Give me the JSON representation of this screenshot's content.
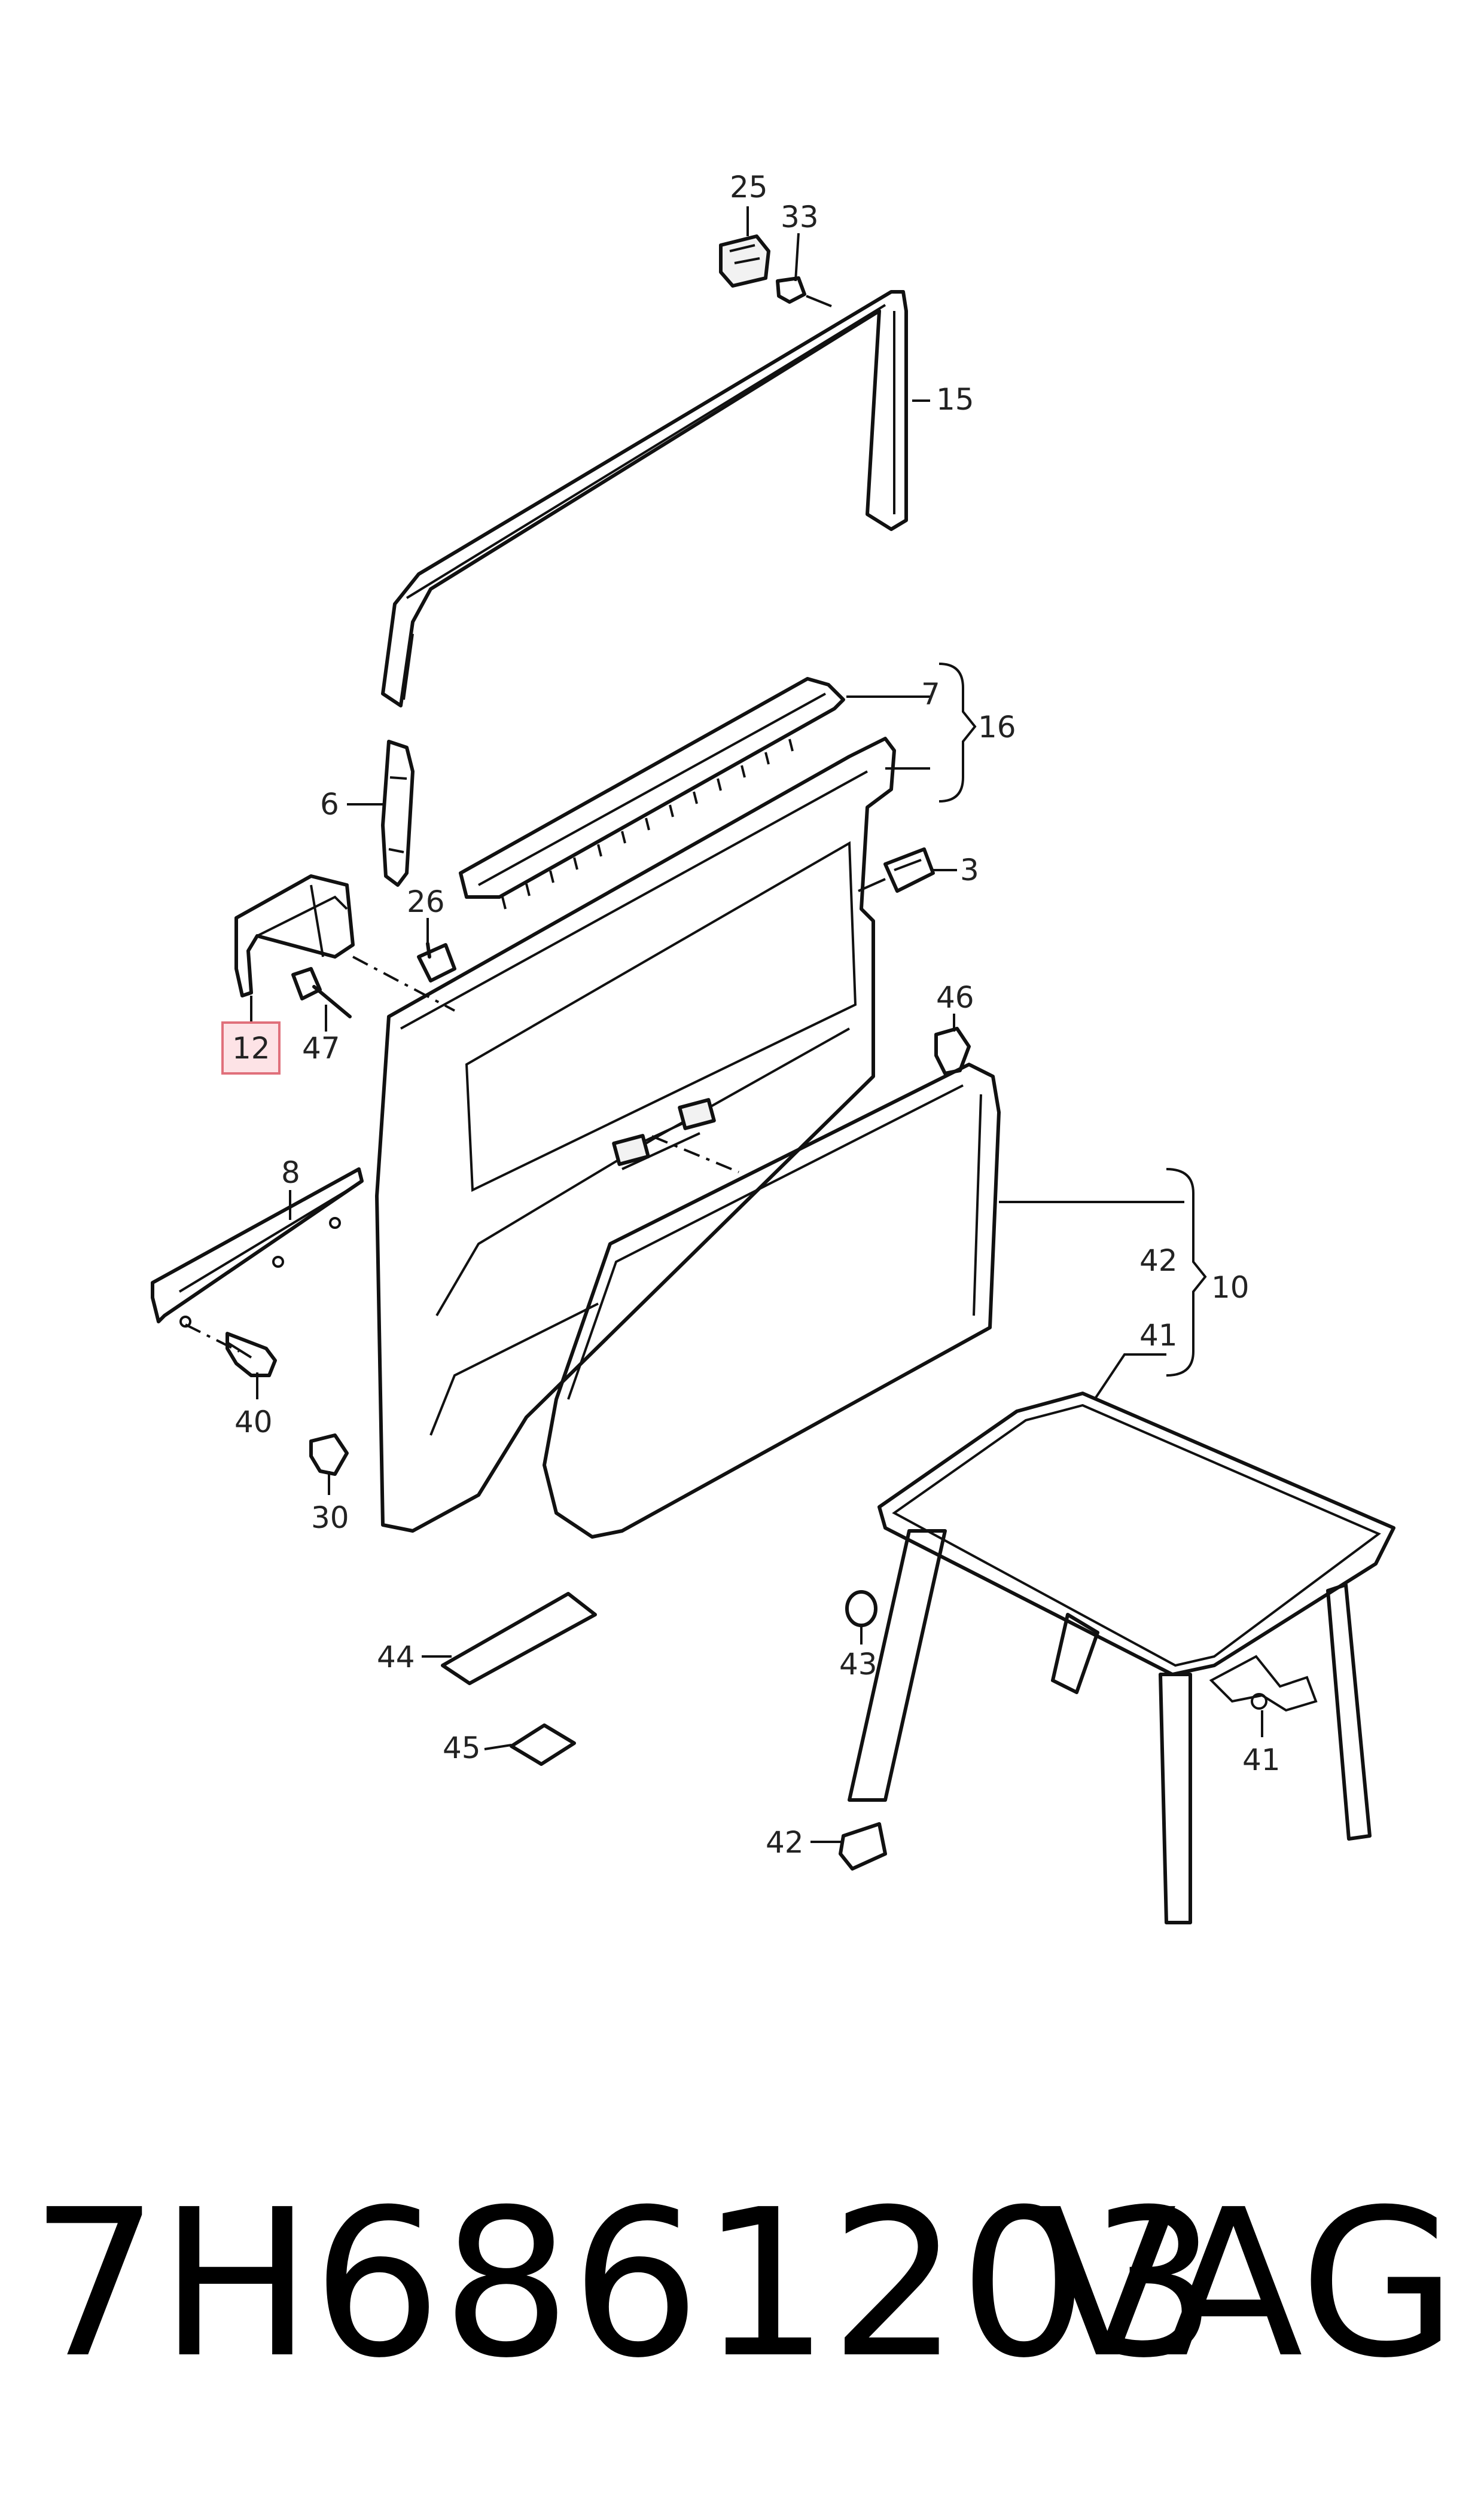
{
  "callouts": {
    "c25": "25",
    "c33": "33",
    "c15": "15",
    "c7": "7",
    "c16": "16",
    "c6": "6",
    "c26": "26",
    "c3": "3",
    "c12": "12",
    "c47": "47",
    "c46": "46",
    "c8": "8",
    "c42a": "42",
    "c10": "10",
    "c41a": "41",
    "c40": "40",
    "c30": "30",
    "c44": "44",
    "c43": "43",
    "c45": "45",
    "c41b": "41",
    "c42b": "42"
  },
  "footer": {
    "part_number": "7H6861203",
    "brand": "VAG"
  },
  "colors": {
    "highlight_fill": "#fde3e6",
    "highlight_stroke": "#e0707b"
  }
}
